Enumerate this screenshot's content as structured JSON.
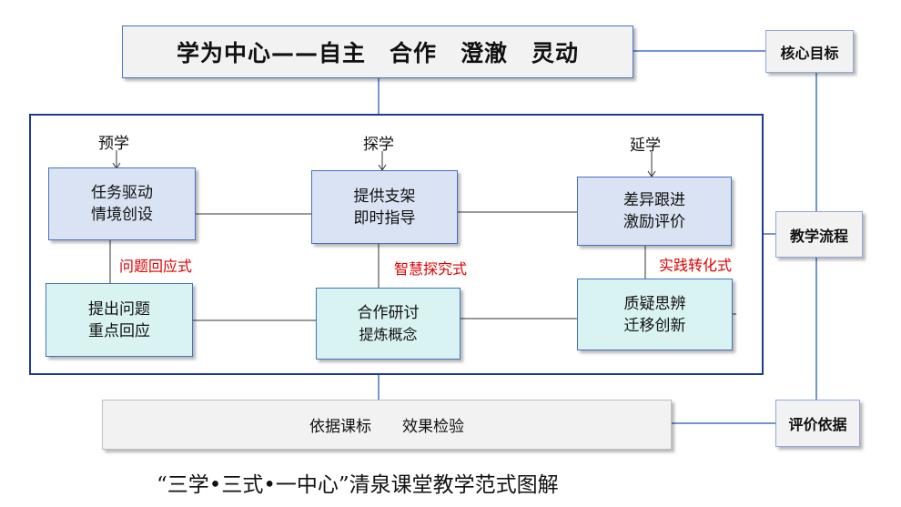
{
  "header": {
    "title": "学为中心——自主　合作　澄澈　灵动"
  },
  "side": {
    "core_goal": "核心目标",
    "process": "教学流程",
    "evaluation": "评价依据"
  },
  "stages": {
    "preview": "预学",
    "explore": "探学",
    "extend": "延学"
  },
  "boxes": {
    "task_line1": "任务驱动",
    "task_line2": "情境创设",
    "scaffold_line1": "提供支架",
    "scaffold_line2": "即时指导",
    "diff_line1": "差异跟进",
    "diff_line2": "激励评价",
    "question_line1": "提出问题",
    "question_line2": "重点回应",
    "coop_line1": "合作研讨",
    "coop_line2": "提炼概念",
    "doubt_line1": "质疑思辨",
    "doubt_line2": "迁移创新"
  },
  "modes": {
    "question_response": "问题回应式",
    "smart_inquiry": "智慧探究式",
    "practice_transform": "实践转化式"
  },
  "evaluation": {
    "text": "依据课标　　效果检验"
  },
  "caption": "“三学•三式•一中心”清泉课堂教学范式图解",
  "colors": {
    "line": "#4472c4",
    "frame": "#1f3a93",
    "mode_text": "#e00000"
  }
}
